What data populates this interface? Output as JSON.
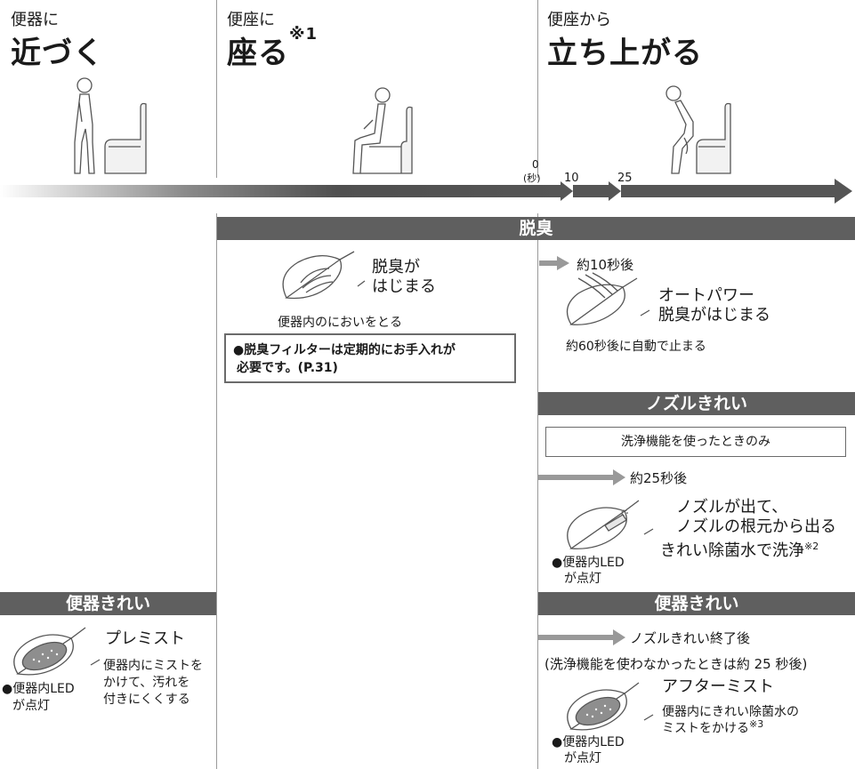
{
  "stages": {
    "approach": {
      "small": "便器に",
      "big": "近づく"
    },
    "sit": {
      "small": "便座に",
      "big": "座る",
      "note": "※1"
    },
    "stand": {
      "small": "便座から",
      "big": "立ち上がる"
    }
  },
  "timeline": {
    "t0": "0",
    "t0_unit": "(秒)",
    "t10": "10",
    "t25": "25"
  },
  "deodorize": {
    "header": "脱臭",
    "start_line1": "脱臭が",
    "start_line2": "はじまる",
    "caption": "便器内のにおいをとる",
    "note_line1": "●脱臭フィルターは定期的にお手入れが",
    "note_line2": "必要です。(P.31)",
    "after": "約10秒後",
    "auto_line1": "オートパワー",
    "auto_line2": "脱臭がはじまる",
    "auto_stop": "約60秒後に自動で止まる"
  },
  "nozzle": {
    "header": "ノズルきれい",
    "condition": "洗浄機能を使ったときのみ",
    "after": "約25秒後",
    "line1": "ノズルが出て、",
    "line2": "ノズルの根元から出る",
    "line3": "きれい除菌水で洗浄",
    "note": "※2",
    "led_line1": "●便器内LED",
    "led_line2": "が点灯"
  },
  "bowl_left": {
    "header": "便器きれい",
    "title": "プレミスト",
    "desc1": "便器内にミストを",
    "desc2": "かけて、汚れを",
    "desc3": "付きにくくする",
    "led_line1": "●便器内LED",
    "led_line2": "が点灯"
  },
  "bowl_right": {
    "header": "便器きれい",
    "after": "ノズルきれい終了後",
    "paren": "(洗浄機能を使わなかったときは約 25 秒後)",
    "title": "アフターミスト",
    "desc1": "便器内にきれい除菌水の",
    "desc2": "ミストをかける",
    "note": "※3",
    "led_line1": "●便器内LED",
    "led_line2": "が点灯"
  },
  "colors": {
    "bar": "#5f5f5f",
    "arrow": "#555555",
    "line": "#9a9a9a"
  }
}
